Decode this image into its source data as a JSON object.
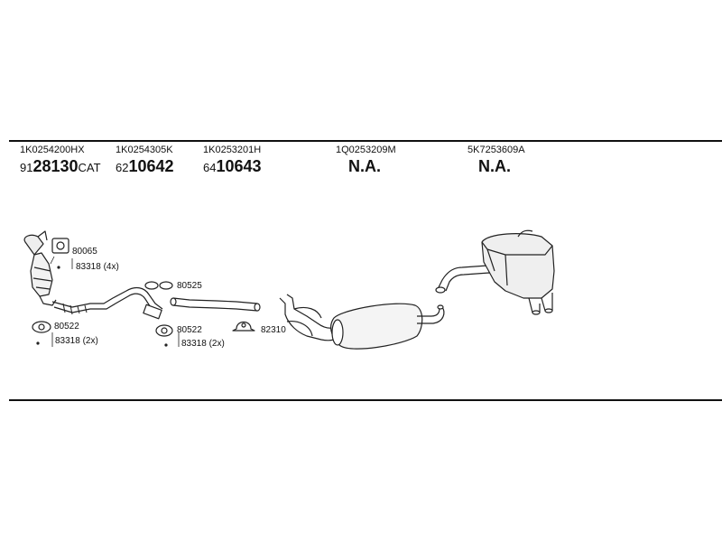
{
  "columns": [
    {
      "part_number": "1K0254200HX",
      "code_prefix": "91",
      "code_main": "28130",
      "code_suffix": "CAT"
    },
    {
      "part_number": "1K0254305K",
      "code_prefix": "62",
      "code_main": "10642",
      "code_suffix": ""
    },
    {
      "part_number": "1K0253201H",
      "code_prefix": "64",
      "code_main": "10643",
      "code_suffix": ""
    },
    {
      "part_number": "1Q0253209M",
      "availability": "N.A."
    },
    {
      "part_number": "5K7253609A",
      "availability": "N.A."
    }
  ],
  "callouts": {
    "gasket_top": "80065",
    "bolts_top": "83318 (4x)",
    "gasket_left": "80522",
    "bolts_left": "83318 (2x)",
    "gasket_mid_top": "80525",
    "gasket_mid": "80522",
    "bolts_mid": "83318 (2x)",
    "clamp": "82310"
  }
}
